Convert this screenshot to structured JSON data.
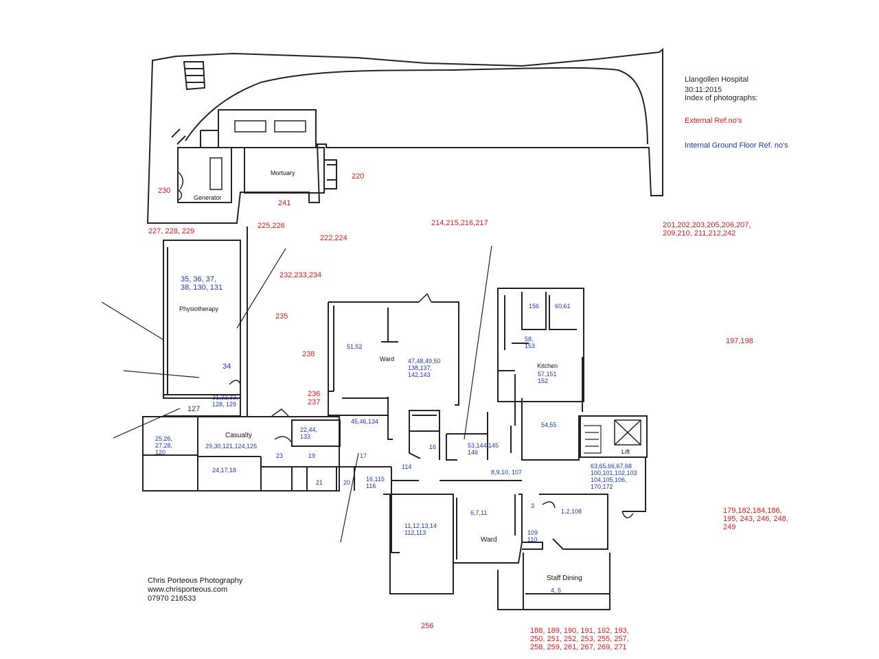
{
  "title_block": {
    "site": "Llangollen Hospital",
    "date": "30:11:2015",
    "subtitle": "Index of photographs:",
    "legend_external": "External Ref.no's",
    "legend_internal": "Internal Ground Floor Ref. no's",
    "colors": {
      "external": "#e0181a",
      "internal": "#1a35c8",
      "lines": "#222222"
    }
  },
  "credit": {
    "name": "Chris Porteous Photography",
    "website": "www.chrisporteous.com",
    "phone": "07970 216533"
  },
  "rooms": {
    "generator": "Generator",
    "mortuary": "Mortuary",
    "physiotherapy": "Physiotherapy",
    "casualty": "Casualty",
    "ward_north": "Ward",
    "ward_south": "Ward",
    "kitchen": "Kitchen",
    "lift": "Lift",
    "staff_dining": "Staff Dining"
  },
  "external_refs": {
    "r230": "230",
    "r241": "241",
    "r220": "220",
    "r227": "227, 228, 229",
    "r225": "225,226",
    "r222": "222,224",
    "r214": "214,215,216,217",
    "r201": "201,202,203,205,206,207,\n209,210, 211,212,242",
    "r232": "232,233,234",
    "r235": "235",
    "r238": "238",
    "r236": "236\n237",
    "r197": "197,198",
    "r179": "179,182,184,186,\n195, 243, 246, 248,\n249",
    "r256": "256",
    "r188": "188, 189, 190, 191, 192, 193,\n250, 251, 252, 253, 255, 257,\n258, 259, 261, 267, 269, 271"
  },
  "internal_refs": {
    "physio": "35, 36, 37,\n38, 130, 131",
    "r34": "34",
    "r31": "31,32,33,\n128, 129",
    "r127": "127",
    "r25": "25,26,\n27,28,\n120",
    "r29": "29,30,121,124,125",
    "r22": "22,44,\n133",
    "r24": "24,17,18",
    "r23": "23",
    "r19": "19",
    "r21": "21",
    "r20": "20",
    "r17": "17",
    "r16a": "16,115\n116",
    "r114": "114",
    "r51": "51,52",
    "r47": "47,48,49,50\n138,137,\n142,143",
    "r45": "45,46,134",
    "r16b": "16",
    "r53": "53,144,145\n146",
    "r156": "156",
    "r60": "60,61",
    "r58": "58,\n153",
    "r57": "57,151\n152",
    "r54": "54,55",
    "r8": "8,9,10, 107",
    "r63": "63,65,66,67,68\n100,101,102,103\n104,105,106,\n170,172",
    "r11": "11,12,13,14\n112,113",
    "r6": "6,7,11",
    "r3": "3",
    "r1": "1,2,108",
    "r109": "109\n110",
    "r4": "4, 5"
  }
}
